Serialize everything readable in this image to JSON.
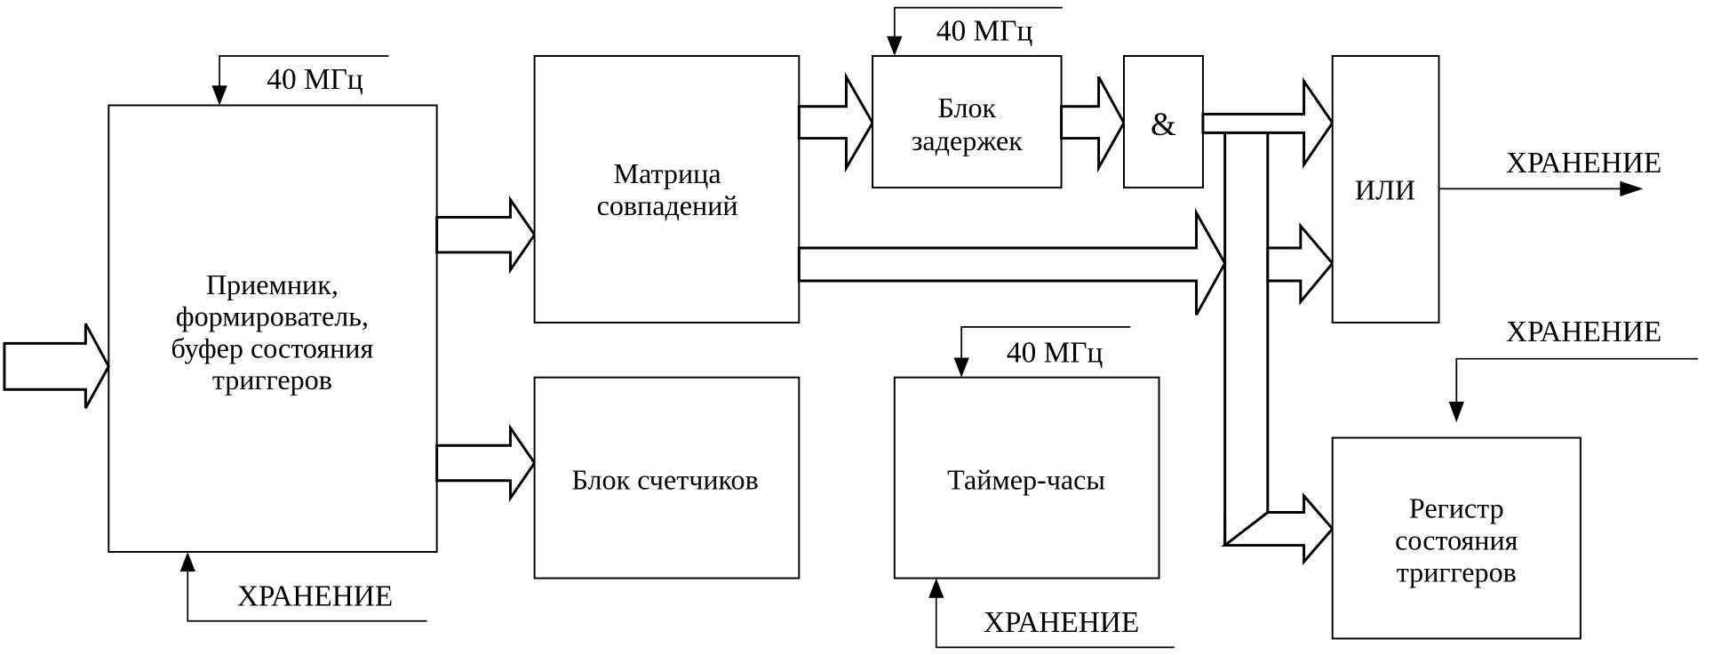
{
  "diagram": {
    "type": "block-diagram",
    "language": "ru",
    "blocks": {
      "receiver": {
        "lines": [
          "Приемник,",
          "формирователь,",
          "буфер состояния",
          "триггеров"
        ]
      },
      "coincidence_matrix": {
        "lines": [
          "Матрица",
          "совпадений"
        ]
      },
      "counter_block": {
        "lines": [
          "Блок счетчиков"
        ]
      },
      "delay_block": {
        "lines": [
          "Блок",
          "задержек"
        ]
      },
      "and_gate": {
        "lines": [
          "&"
        ]
      },
      "or_gate": {
        "lines": [
          "ИЛИ"
        ]
      },
      "timer_clock": {
        "lines": [
          "Таймер-часы"
        ]
      },
      "trigger_state_register": {
        "lines": [
          "Регистр",
          "состояния",
          "триггеров"
        ]
      }
    },
    "signals": {
      "clock_receiver": "40 МГц",
      "clock_delay": "40 МГц",
      "clock_timer": "40 МГц",
      "store_receiver": "ХРАНЕНИЕ",
      "store_timer": "ХРАНЕНИЕ",
      "store_output": "ХРАНЕНИЕ",
      "store_register": "ХРАНЕНИЕ"
    },
    "connections": [
      {
        "from": "input",
        "to": "receiver",
        "kind": "bus"
      },
      {
        "from": "receiver",
        "to": "coincidence_matrix",
        "kind": "bus"
      },
      {
        "from": "receiver",
        "to": "counter_block",
        "kind": "bus"
      },
      {
        "from": "coincidence_matrix",
        "to": "delay_block",
        "kind": "bus"
      },
      {
        "from": "delay_block",
        "to": "and_gate",
        "kind": "bus"
      },
      {
        "from": "and_gate",
        "to": "or_gate",
        "kind": "bus"
      },
      {
        "from": "coincidence_matrix",
        "to": "bus_trunk",
        "kind": "bus"
      },
      {
        "from": "and_gate",
        "to": "or_gate",
        "kind": "bus",
        "via": "bus_trunk"
      },
      {
        "from": "bus_trunk",
        "to": "trigger_state_register",
        "kind": "bus"
      },
      {
        "from": "or_gate",
        "to": "store_output",
        "kind": "signal"
      },
      {
        "from": "clock_receiver",
        "to": "receiver",
        "kind": "signal"
      },
      {
        "from": "clock_delay",
        "to": "delay_block",
        "kind": "signal"
      },
      {
        "from": "clock_timer",
        "to": "timer_clock",
        "kind": "signal"
      },
      {
        "from": "store_receiver",
        "to": "receiver",
        "kind": "signal"
      },
      {
        "from": "store_timer",
        "to": "timer_clock",
        "kind": "signal"
      },
      {
        "from": "store_register",
        "to": "trigger_state_register",
        "kind": "signal"
      }
    ]
  }
}
